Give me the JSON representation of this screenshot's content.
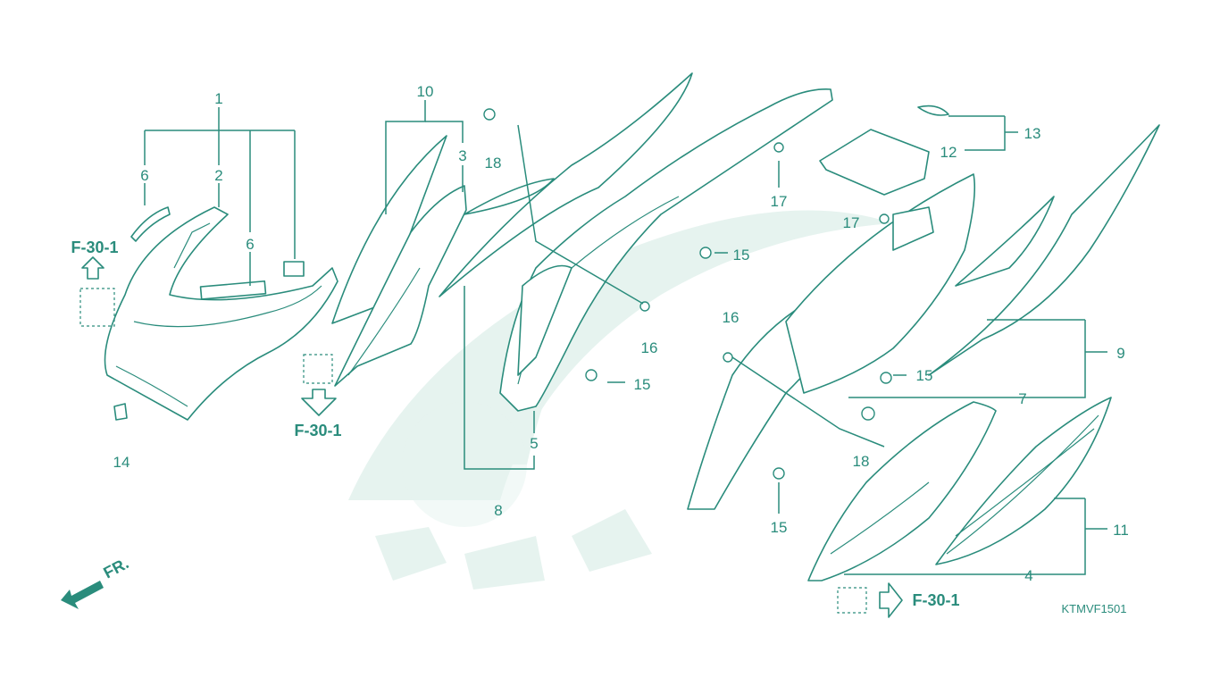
{
  "diagram": {
    "drawing_code": "KTMVF1501",
    "front_marker": "FR.",
    "references": [
      "F-30-1",
      "F-30-1",
      "F-30-1"
    ],
    "callouts": [
      "1",
      "2",
      "3",
      "4",
      "5",
      "6",
      "6",
      "7",
      "8",
      "9",
      "10",
      "11",
      "12",
      "13",
      "14",
      "15",
      "15",
      "15",
      "15",
      "16",
      "16",
      "17",
      "17",
      "18",
      "18"
    ],
    "color": "#2a8c7c"
  }
}
